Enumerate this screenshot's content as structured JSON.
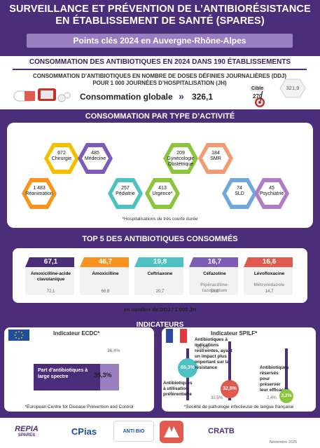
{
  "header": {
    "title_line1": "SURVEILLANCE ET PRÉVENTION DE L’ANTIBIORÉSISTANCE",
    "title_line2": "EN ÉTABLISSEMENT DE SANTÉ (SPARES)",
    "subtitle": "Points clés 2024 en Auvergne-Rhône-Alpes"
  },
  "consumption": {
    "section_title": "CONSOMMATION DES ANTIBIOTIQUES EN 2024 DANS 190 ÉTABLISSEMENTS",
    "line1": "CONSOMMATION D’ANTIBIOTIQUES EN NOMBRE DE DOSES DÉFINIES JOURNALIÈRES (DDJ)",
    "line2": "POUR 1 000 JOURNÉES D’HOSPITALISATION (JH)",
    "global_label": "Consommation globale",
    "global_arrow": "»",
    "global_value": "326,1",
    "target_label": "Cible",
    "target_value": "270",
    "reference_value": "321,9"
  },
  "activity": {
    "section_title": "CONSOMMATION PAR TYPE D’ACTIVITÉ",
    "items": [
      {
        "value": "672",
        "label": "Chirurgie",
        "color": "#f3c000"
      },
      {
        "value": "485",
        "label": "Médecine",
        "color": "#7d5cb5"
      },
      {
        "value": "209",
        "label": "Gynécologie Obstétrique",
        "color": "#8cc63f"
      },
      {
        "value": "184",
        "label": "SMR",
        "color": "#f29b72"
      },
      {
        "value": "1 483",
        "label": "Réanimation",
        "color": "#f7931e"
      },
      {
        "value": "257",
        "label": "Pédiatrie",
        "color": "#4ec2c2"
      },
      {
        "value": "413",
        "label": "Urgence*",
        "color": "#8cc63f"
      },
      {
        "value": "74",
        "label": "SLD",
        "color": "#6fa8dc"
      },
      {
        "value": "45",
        "label": "Psychiatrie",
        "color": "#b07cc6"
      }
    ],
    "note": "*Hospitalisations de très courte durée"
  },
  "top5": {
    "section_title": "TOP 5 DES ANTIBIOTIQUES CONSOMMÉS",
    "items": [
      {
        "value": "67,1",
        "name": "Amoxicilline-acide clavulanique",
        "name2": "",
        "sub": "72,1",
        "color": "#4b2d7a"
      },
      {
        "value": "46,7",
        "name": "Amoxicilline",
        "name2": "",
        "sub": "66,8",
        "color": "#f7931e"
      },
      {
        "value": "19,8",
        "name": "Ceftriaxone",
        "name2": "",
        "sub": "20,7",
        "color": "#4ec2c2"
      },
      {
        "value": "16,7",
        "name": "Céfazoline",
        "name2": "Pipéracilline-tazobactam",
        "sub": "16,8",
        "color": "#7d5cb5"
      },
      {
        "value": "16,6",
        "name": "Lévofloxacine",
        "name2": "Métronidazole",
        "sub": "14,7",
        "color": "#e05a4f"
      }
    ],
    "unit": "en nombre de DDJ / 1 000 JH"
  },
  "indicators": {
    "section_title": "INDICATEURS",
    "ecdc": {
      "title": "Indicateur ECDC*",
      "bar_label": "Part d’antibiotiques à large spectre",
      "value": "35,3%",
      "reference": "36,4%",
      "note": "*European Centre for Disease Prevention and Control"
    },
    "spilf": {
      "title": "Indicateur SPILF*",
      "col1_label": "Antibiotiques à utilisation préférentielle",
      "col1_value": "65,3%",
      "col1_ref": "65,2%",
      "col2_label": "Antibiotiques à indications restreintes, ayant un impact plus important sur la résistance",
      "col2_value": "32,5%",
      "col2_ref": "32,5%",
      "col3_label": "Antibiotiques réservés pour préserver leur efficacité",
      "col3_value": "2,2%",
      "col3_ref": "2,4%",
      "note": "*Société de pathologie infectieuse de langue française"
    }
  },
  "footer": {
    "logo1": "REPIA",
    "logo1_sub": "SPARES",
    "logo2": "CPias",
    "logo3": "ANTI BIO",
    "logo5": "CRATB",
    "date": "Novembre 2025"
  }
}
